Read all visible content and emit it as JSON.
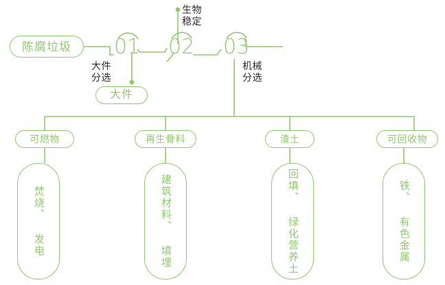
{
  "theme": {
    "line_color": "#8ecb6b",
    "accent_color": "#8ecb6b",
    "annotation_color": "#2b2b2b",
    "background": "#ffffff"
  },
  "diagram": {
    "type": "process-flow",
    "title": "",
    "root": {
      "label": "陈腐垃圾"
    },
    "stages": [
      {
        "number": "01",
        "annotation": "大件\n分选",
        "output": "大件"
      },
      {
        "number": "02",
        "annotation": "生物\n稳定",
        "output": ""
      },
      {
        "number": "03",
        "annotation": "机械\n分选",
        "output": ""
      }
    ],
    "branches": [
      {
        "category": "可燃物",
        "outcome": "焚烧、 发电"
      },
      {
        "category": "再生骨料",
        "outcome": "建筑材料、 填埋"
      },
      {
        "category": "渣土",
        "outcome": "回填、 绿化营养土"
      },
      {
        "category": "可回收物",
        "outcome": "铁、 有色金属"
      }
    ]
  }
}
